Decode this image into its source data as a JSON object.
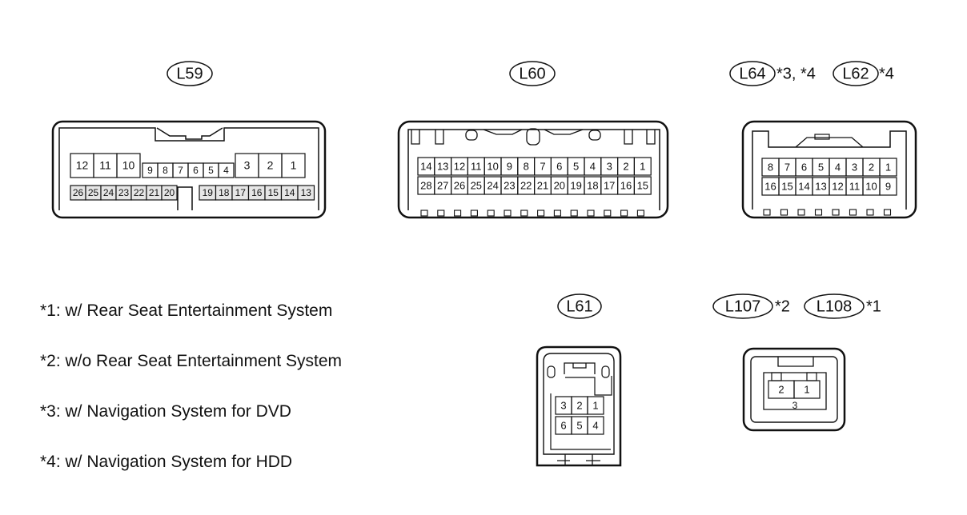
{
  "connectors": {
    "l59": {
      "code": "L59",
      "top_left_pins": [
        "12",
        "11",
        "10"
      ],
      "top_mid_pins": [
        "9",
        "8",
        "7",
        "6",
        "5",
        "4"
      ],
      "top_right_pins": [
        "3",
        "2",
        "1"
      ],
      "bottom_left_pins": [
        "26",
        "25",
        "24",
        "23",
        "22",
        "21",
        "20"
      ],
      "bottom_right_pins": [
        "19",
        "18",
        "17",
        "16",
        "15",
        "14",
        "13"
      ]
    },
    "l60": {
      "code": "L60",
      "top_pins": [
        "14",
        "13",
        "12",
        "11",
        "10",
        "9",
        "8",
        "7",
        "6",
        "5",
        "4",
        "3",
        "2",
        "1"
      ],
      "bottom_pins": [
        "28",
        "27",
        "26",
        "25",
        "24",
        "23",
        "22",
        "21",
        "20",
        "19",
        "18",
        "17",
        "16",
        "15"
      ]
    },
    "l64_l62": {
      "code_a": "L64",
      "suffix_a": "*3, *4",
      "code_b": "L62",
      "suffix_b": "*4",
      "top_pins": [
        "8",
        "7",
        "6",
        "5",
        "4",
        "3",
        "2",
        "1"
      ],
      "bottom_pins": [
        "16",
        "15",
        "14",
        "13",
        "12",
        "11",
        "10",
        "9"
      ]
    },
    "l61": {
      "code": "L61",
      "top_pins": [
        "3",
        "2",
        "1"
      ],
      "bottom_pins": [
        "6",
        "5",
        "4"
      ]
    },
    "l107_l108": {
      "code_a": "L107",
      "suffix_a": "*2",
      "code_b": "L108",
      "suffix_b": "*1",
      "pins": [
        "2",
        "1"
      ],
      "center_pin": "3"
    }
  },
  "notes": [
    "*1: w/ Rear Seat Entertainment System",
    "*2: w/o Rear Seat Entertainment System",
    "*3: w/ Navigation System for DVD",
    "*4: w/ Navigation System for HDD"
  ]
}
